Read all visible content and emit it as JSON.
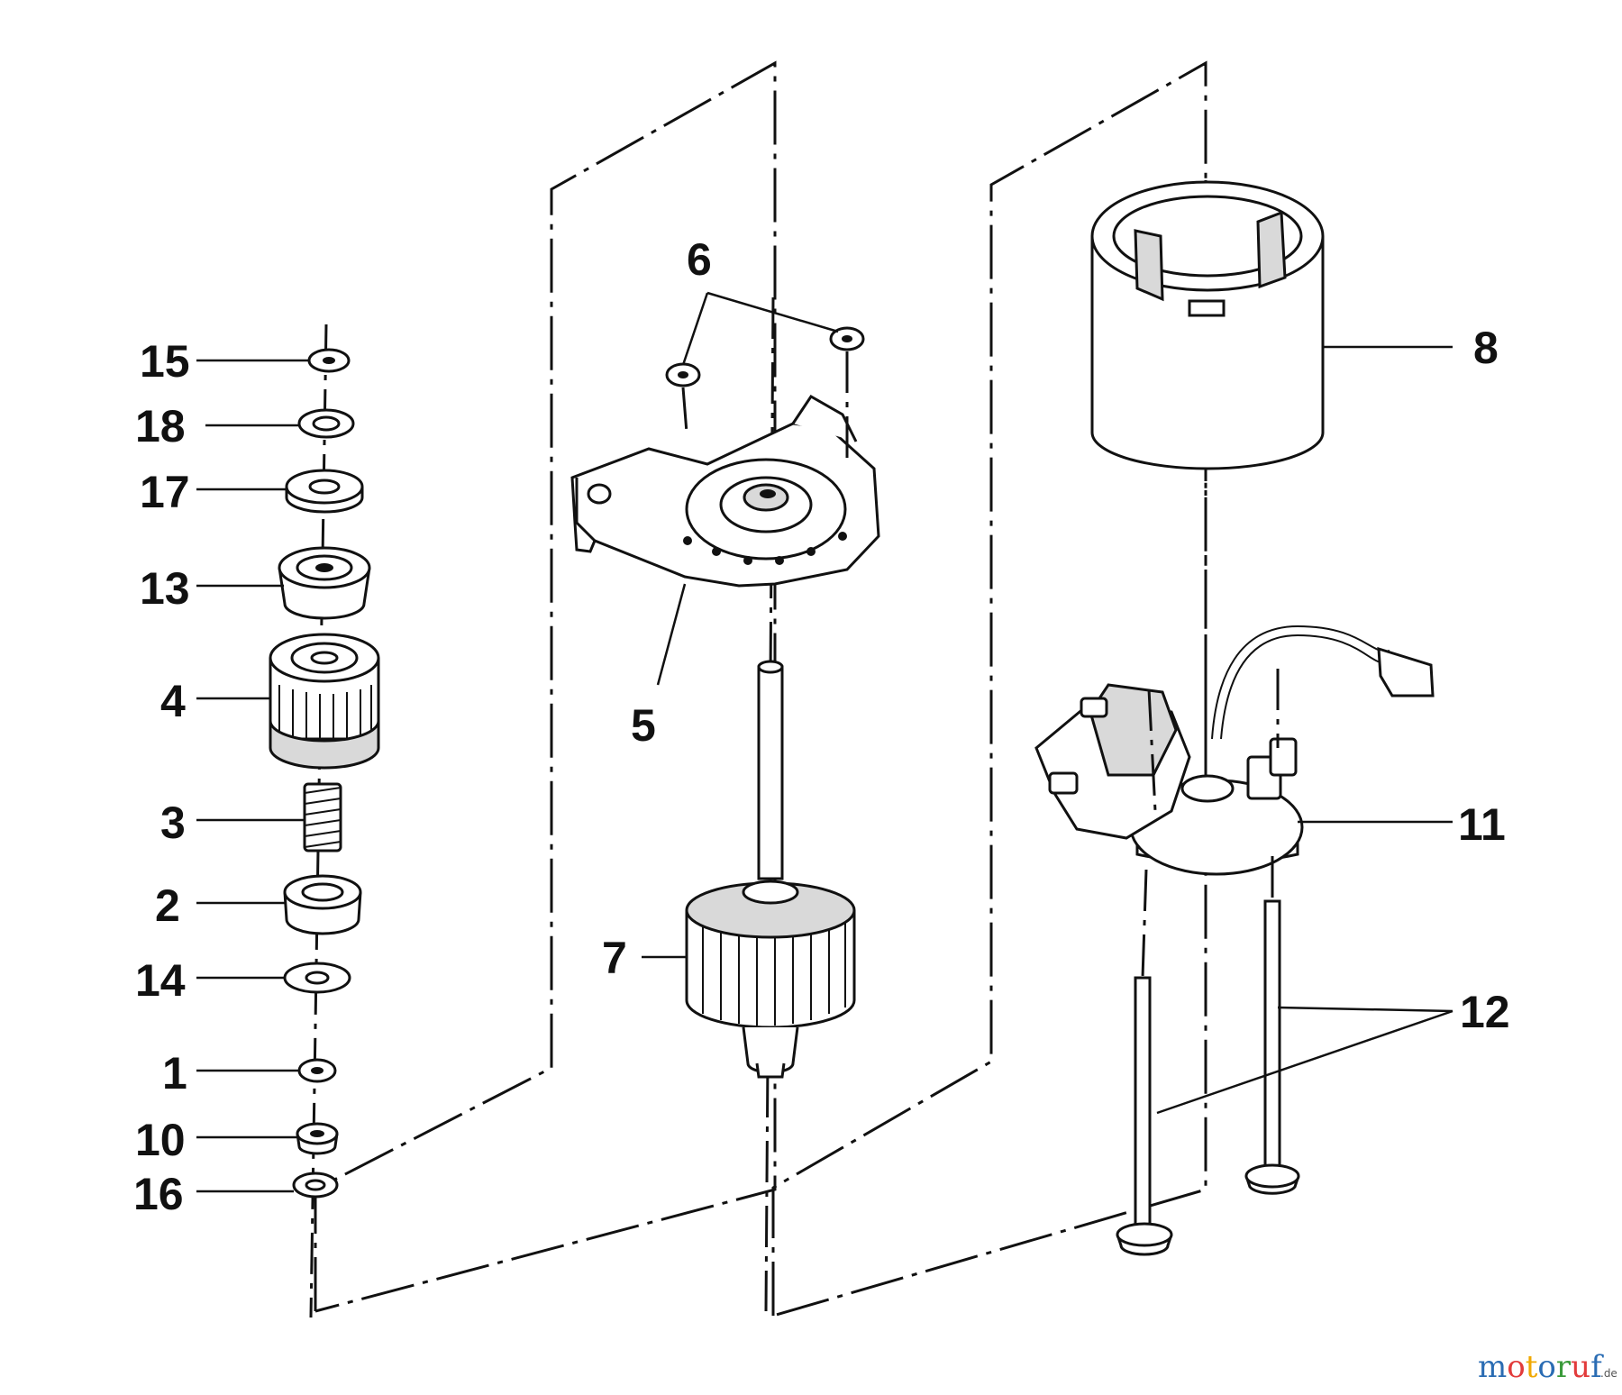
{
  "callouts": [
    {
      "label": "15"
    },
    {
      "label": "18"
    },
    {
      "label": "17"
    },
    {
      "label": "13"
    },
    {
      "label": "4"
    },
    {
      "label": "3"
    },
    {
      "label": "2"
    },
    {
      "label": "14"
    },
    {
      "label": "1"
    },
    {
      "label": "10"
    },
    {
      "label": "16"
    },
    {
      "label": "6"
    },
    {
      "label": "5"
    },
    {
      "label": "7"
    },
    {
      "label": "8"
    },
    {
      "label": "11"
    },
    {
      "label": "12"
    }
  ],
  "watermark": {
    "letters": [
      "m",
      "o",
      "t",
      "o",
      "r",
      "u",
      "f"
    ],
    "letter_colors": [
      "#2a6cb3",
      "#e23b3b",
      "#f0a800",
      "#2a6cb3",
      "#3a9a3a",
      "#e23b3b",
      "#2a6cb3"
    ],
    "suffix": ".de"
  }
}
